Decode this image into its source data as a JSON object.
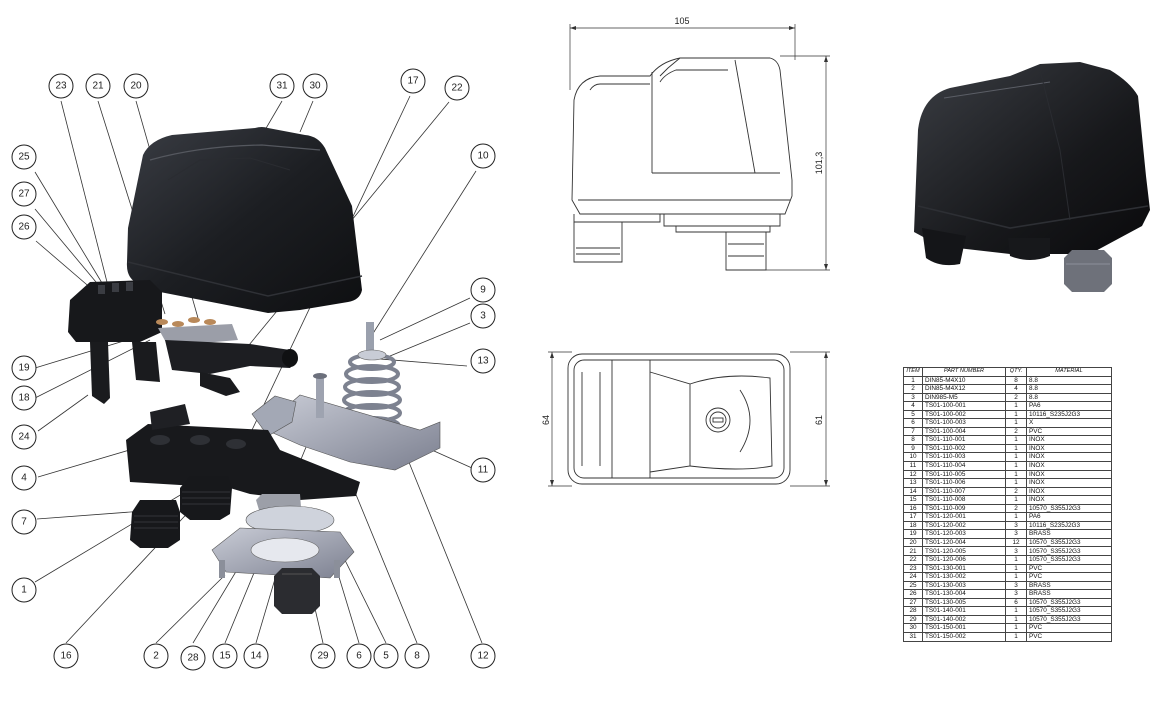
{
  "balloons": [
    {
      "id": "b23",
      "label": "23"
    },
    {
      "id": "b21",
      "label": "21"
    },
    {
      "id": "b20",
      "label": "20"
    },
    {
      "id": "b31",
      "label": "31"
    },
    {
      "id": "b30",
      "label": "30"
    },
    {
      "id": "b17",
      "label": "17"
    },
    {
      "id": "b22",
      "label": "22"
    },
    {
      "id": "b25",
      "label": "25"
    },
    {
      "id": "b27",
      "label": "27"
    },
    {
      "id": "b26",
      "label": "26"
    },
    {
      "id": "b10",
      "label": "10"
    },
    {
      "id": "b9",
      "label": "9"
    },
    {
      "id": "b3",
      "label": "3"
    },
    {
      "id": "b13",
      "label": "13"
    },
    {
      "id": "b19",
      "label": "19"
    },
    {
      "id": "b18",
      "label": "18"
    },
    {
      "id": "b24",
      "label": "24"
    },
    {
      "id": "b4",
      "label": "4"
    },
    {
      "id": "b11",
      "label": "11"
    },
    {
      "id": "b7",
      "label": "7"
    },
    {
      "id": "b1",
      "label": "1"
    },
    {
      "id": "b16",
      "label": "16"
    },
    {
      "id": "b2",
      "label": "2"
    },
    {
      "id": "b28",
      "label": "28"
    },
    {
      "id": "b15",
      "label": "15"
    },
    {
      "id": "b14",
      "label": "14"
    },
    {
      "id": "b29",
      "label": "29"
    },
    {
      "id": "b6",
      "label": "6"
    },
    {
      "id": "b5",
      "label": "5"
    },
    {
      "id": "b8",
      "label": "8"
    },
    {
      "id": "b12",
      "label": "12"
    }
  ],
  "dimensions": {
    "top_width": "105",
    "front_height": "101,3",
    "plan_width_left": "64",
    "plan_width_right": "61"
  },
  "bom": {
    "headers": [
      "ITEM",
      "PART NUMBER",
      "QTY.",
      "MATERIAL"
    ],
    "rows": [
      [
        "1",
        "DIN85-M4X10",
        "8",
        "8.8"
      ],
      [
        "2",
        "DIN85-M4X12",
        "4",
        "8.8"
      ],
      [
        "3",
        "DIN985-M5",
        "2",
        "8.8"
      ],
      [
        "4",
        "TS01-100-001",
        "1",
        "PA6"
      ],
      [
        "5",
        "TS01-100-002",
        "1",
        "10116_S235J2G3"
      ],
      [
        "6",
        "TS01-100-003",
        "1",
        "X"
      ],
      [
        "7",
        "TS01-100-004",
        "2",
        "PVC"
      ],
      [
        "8",
        "TS01-110-001",
        "1",
        "INOX"
      ],
      [
        "9",
        "TS01-110-002",
        "1",
        "INOX"
      ],
      [
        "10",
        "TS01-110-003",
        "1",
        "INOX"
      ],
      [
        "11",
        "TS01-110-004",
        "1",
        "INOX"
      ],
      [
        "12",
        "TS01-110-005",
        "1",
        "INOX"
      ],
      [
        "13",
        "TS01-110-006",
        "1",
        "INOX"
      ],
      [
        "14",
        "TS01-110-007",
        "2",
        "INOX"
      ],
      [
        "15",
        "TS01-110-008",
        "1",
        "INOX"
      ],
      [
        "16",
        "TS01-110-009",
        "2",
        "10570_S355J2G3"
      ],
      [
        "17",
        "TS01-120-001",
        "1",
        "PA6"
      ],
      [
        "18",
        "TS01-120-002",
        "3",
        "10116_S235J2G3"
      ],
      [
        "19",
        "TS01-120-003",
        "3",
        "BRASS"
      ],
      [
        "20",
        "TS01-120-004",
        "12",
        "10570_S355J2G3"
      ],
      [
        "21",
        "TS01-120-005",
        "3",
        "10570_S355J2G3"
      ],
      [
        "22",
        "TS01-120-006",
        "1",
        "10570_S355J2G3"
      ],
      [
        "23",
        "TS01-130-001",
        "1",
        "PVC"
      ],
      [
        "24",
        "TS01-130-002",
        "1",
        "PVC"
      ],
      [
        "25",
        "TS01-130-003",
        "3",
        "BRASS"
      ],
      [
        "26",
        "TS01-130-004",
        "3",
        "BRASS"
      ],
      [
        "27",
        "TS01-130-005",
        "6",
        "10570_S355J2G3"
      ],
      [
        "28",
        "TS01-140-001",
        "1",
        "10570_S355J2G3"
      ],
      [
        "29",
        "TS01-140-002",
        "1",
        "10570_S355J2G3"
      ],
      [
        "30",
        "TS01-150-001",
        "1",
        "PVC"
      ],
      [
        "31",
        "TS01-150-002",
        "1",
        "PVC"
      ]
    ]
  }
}
